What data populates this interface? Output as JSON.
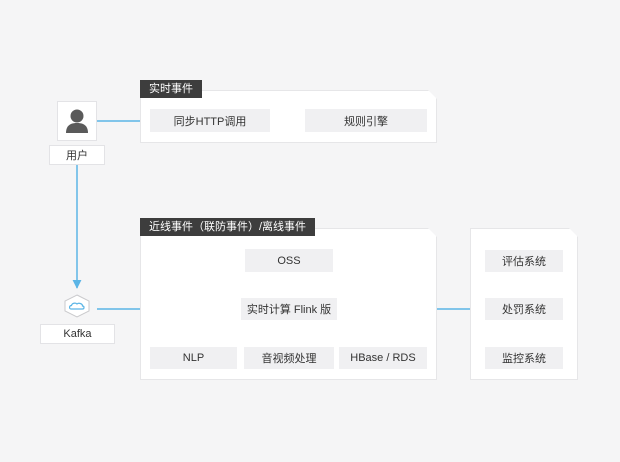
{
  "colors": {
    "accent": "#5bb5e6",
    "tag_bg": "#3d3d3d",
    "box_bg": "#f0f0f2",
    "canvas_bg": "#f5f5f6"
  },
  "user": {
    "label": "用户",
    "icon": "person-icon"
  },
  "kafka": {
    "label": "Kafka",
    "icon": "kafka-cloud-icon"
  },
  "realtime": {
    "tag": "实时事件",
    "boxes": [
      "同步HTTP调用",
      "规则引擎"
    ]
  },
  "nearline": {
    "tag": "近线事件（联防事件）/离线事件",
    "oss": "OSS",
    "flink": "实时计算 Flink 版",
    "outputs": [
      "NLP",
      "音视频处理",
      "HBase / RDS"
    ]
  },
  "systems": {
    "items": [
      "评估系统",
      "处罚系统",
      "监控系统"
    ]
  }
}
